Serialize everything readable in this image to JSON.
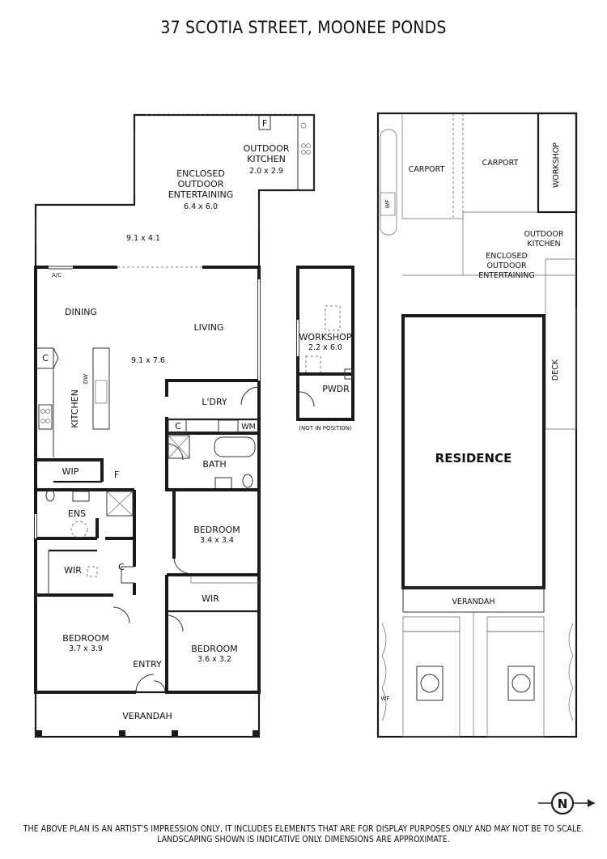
{
  "title": "37 SCOTIA STREET, MOONEE PONDS",
  "floor_plan": {
    "outdoor_kitchen": {
      "name": "OUTDOOR\nKITCHEN",
      "dims": "2.0 x 2.9",
      "fridge": "F"
    },
    "enclosed_outdoor": {
      "name": "ENCLOSED\nOUTDOOR\nENTERTAINING",
      "dims": "6.4 x 6.0"
    },
    "outdoor_area_dims": "9.1 x 4.1",
    "ac": "A/C",
    "dining": "DINING",
    "living": "LIVING",
    "main_dims": "9.1 x 7.6",
    "kitchen": "KITCHEN",
    "dw": "DW",
    "cupboard": "C",
    "laundry": "L'DRY",
    "wm": "WM",
    "bath": "BATH",
    "wip": "WIP",
    "fridge": "F",
    "ensuite": "ENS",
    "wir": "WIR",
    "bedroom_1": {
      "name": "BEDROOM",
      "dims": "3.4 x 3.4"
    },
    "bedroom_2": {
      "name": "BEDROOM",
      "dims": "3.7 x 3.9"
    },
    "bedroom_3": {
      "name": "BEDROOM",
      "dims": "3.6 x 3.2"
    },
    "entry": "ENTRY",
    "verandah": "VERANDAH"
  },
  "workshop_plan": {
    "name": "WORKSHOP",
    "dims": "2.2 x 6.0",
    "powder": "PWDR",
    "note": "(NOT IN POSITION)"
  },
  "site_plan": {
    "carport_1": "CARPORT",
    "carport_2": "CARPORT",
    "workshop": "WORKSHOP",
    "wf": "WF",
    "outdoor_kitchen": "OUTDOOR\nKITCHEN",
    "enclosed_outdoor": "ENCLOSED\nOUTDOOR\nENTERTAINING",
    "deck": "DECK",
    "residence": "RESIDENCE",
    "verandah": "VERANDAH",
    "wf_2": "WF"
  },
  "compass": "N",
  "disclaimer_line1": "THE ABOVE PLAN IS AN ARTIST'S IMPRESSION ONLY, IT INCLUDES ELEMENTS THAT ARE FOR DISPLAY PURPOSES ONLY AND MAY NOT BE TO SCALE.",
  "disclaimer_line2": "LANDSCAPING SHOWN IS INDICATIVE ONLY. DIMENSIONS ARE APPROXIMATE."
}
